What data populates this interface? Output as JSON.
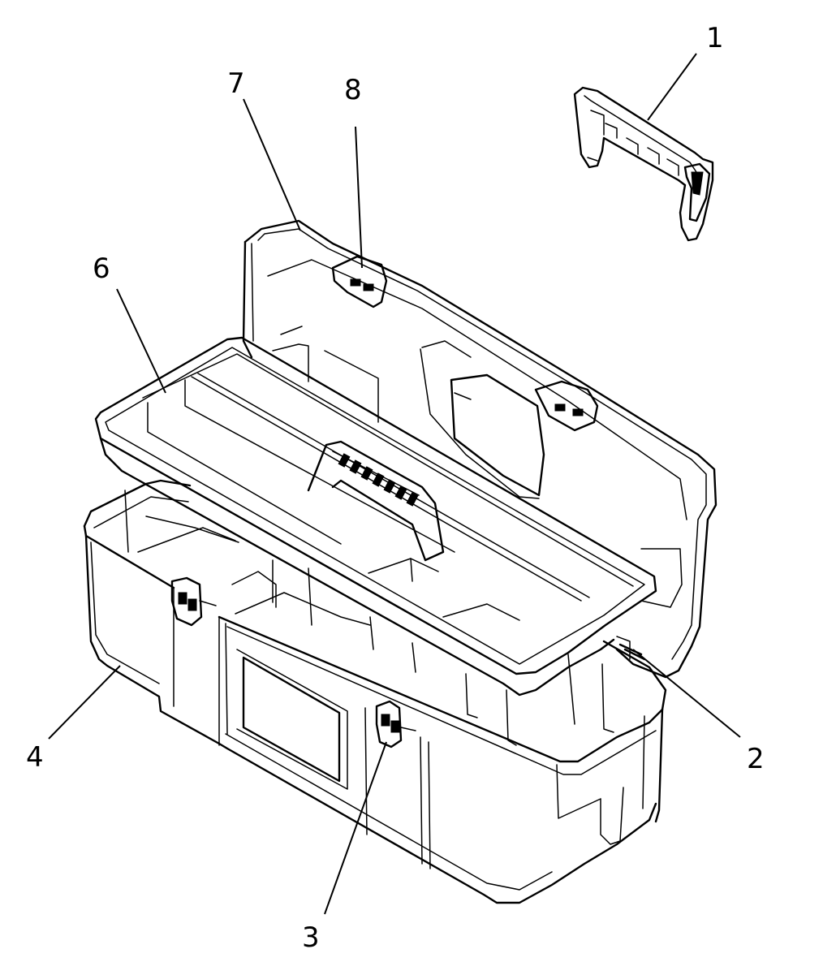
{
  "diagram": {
    "labels": {
      "part_1": "1",
      "part_2": "2",
      "part_3": "3",
      "part_4": "4",
      "part_6": "6",
      "part_7": "7",
      "part_8": "8"
    }
  }
}
